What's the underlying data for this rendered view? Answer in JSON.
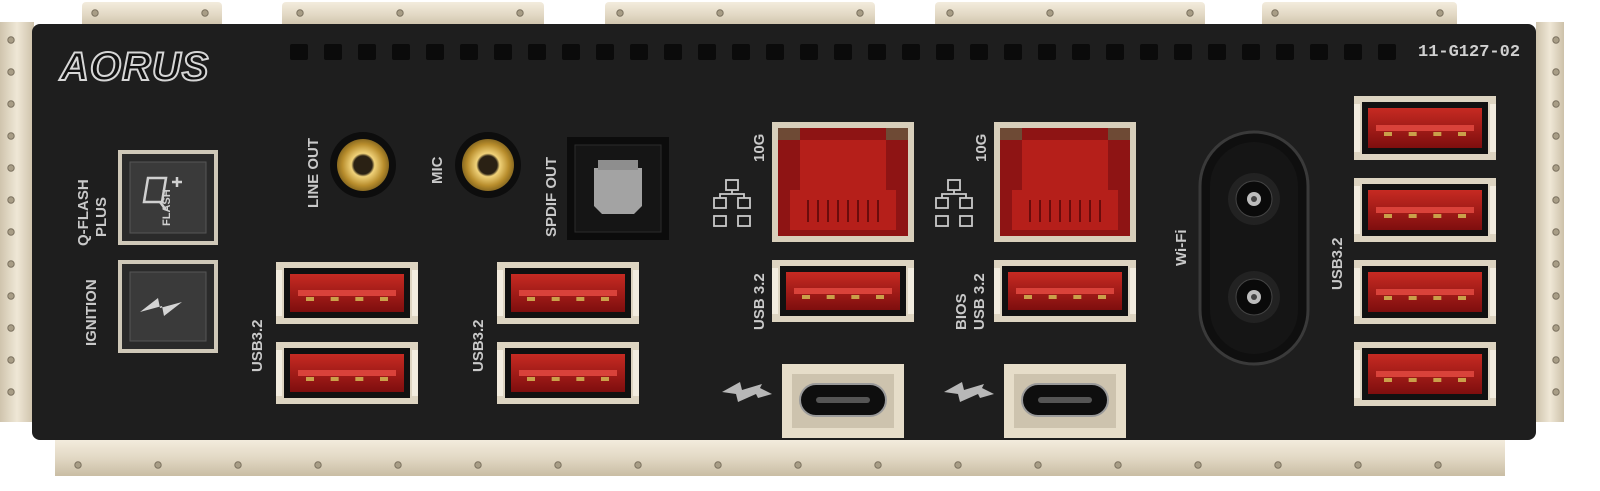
{
  "panel": {
    "brand_logo": "AORUS",
    "model_number": "11-G127-02"
  },
  "labels": {
    "q_flash_line1": "Q-FLASH",
    "q_flash_line2": "PLUS",
    "flash_icon_text": "FLASH",
    "ignition": "IGNITION",
    "line_out": "LINE OUT",
    "mic": "MIC",
    "spdif_out": "SPDIF OUT",
    "usb_left_1": "USB3.2",
    "usb_left_2": "USB3.2",
    "lan_speed_1": "10G",
    "lan_speed_2": "10G",
    "usb_lan_1": "USB 3.2",
    "bios_line": "BIOS",
    "usb_lan_2": "USB 3.2",
    "wifi": "Wi-Fi",
    "usb_right": "USB3.2"
  },
  "colors": {
    "panel": "#1e1e1e",
    "frame_metal": "#e4dccb",
    "usb_red": "#a81818",
    "gold": "#c9a648"
  },
  "icons": [
    "flash-plus-icon",
    "lightning-icon",
    "network-icon",
    "thunderbolt-icon"
  ]
}
